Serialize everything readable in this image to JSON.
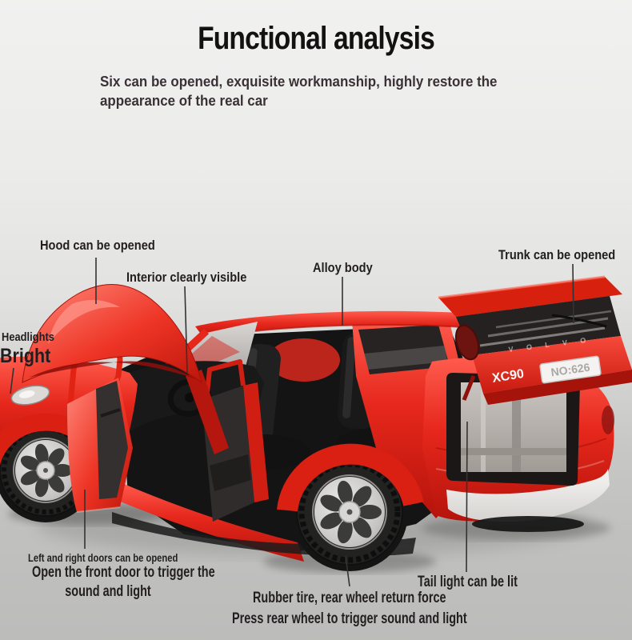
{
  "page": {
    "title": "Functional analysis",
    "subtitle_line1": "Six can be opened, exquisite workmanship, highly restore the",
    "subtitle_line2": "appearance of the real car"
  },
  "annotations": {
    "hood": "Hood can be opened",
    "interior": "Interior clearly visible",
    "alloy_body": "Alloy body",
    "trunk": "Trunk can be opened",
    "headlights_line1": "Headlights",
    "headlights_line2": "Bright",
    "doors": "Left and right doors can be opened",
    "front_door_line1": "Open the front door to trigger the",
    "front_door_line2": "sound and light",
    "rubber_tire": "Rubber tire, rear wheel return force",
    "tail_light": "Tail light can be lit",
    "press_rear_wheel": "Press rear wheel to trigger sound and light"
  },
  "car": {
    "model_badge": "XC90",
    "license_plate": "NO:626",
    "brand_letters": "V O L V O",
    "body_color": "#e6271c",
    "interior_color": "#1a1a1a"
  },
  "colors": {
    "background_top": "#f1f1f0",
    "background_bottom": "#bcbcbb",
    "text": "#221e1f",
    "subtitle_text": "#3a3137",
    "leader_line": "#333333",
    "bumper_white": "#efeeec",
    "plate_bg": "#f4f3f1",
    "cargo_gray": "#b5afaa"
  }
}
